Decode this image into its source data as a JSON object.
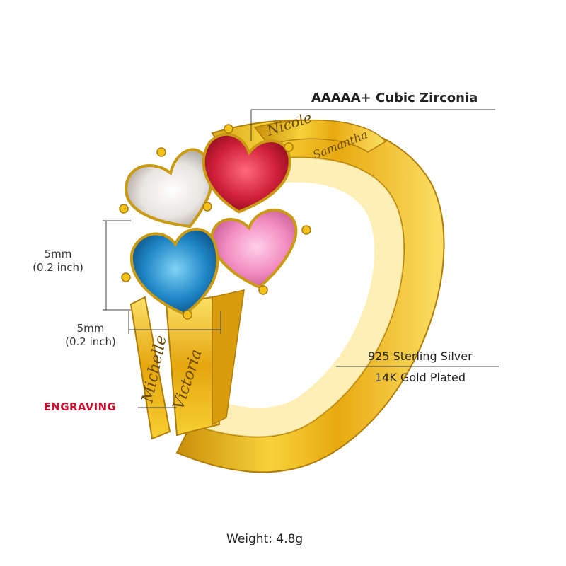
{
  "image": {
    "subject": "gold-plated-birthstone-ring",
    "background_color": "#ffffff",
    "gold_color": "#f2c21a",
    "gold_shadow": "#c9900c",
    "stone_colors": {
      "clear": "#e8e4e0",
      "ruby": "#d0203a",
      "pink": "#f28cc0",
      "blue": "#1f86c6"
    }
  },
  "engraved_names": [
    "Nicole",
    "Samantha",
    "Michelle",
    "Victoria"
  ],
  "callouts": {
    "stone_label": "AAAAA+ Cubic Zirconia",
    "height_value": "5mm",
    "height_inch": "(0.2 inch)",
    "width_value": "5mm",
    "width_inch": "(0.2 inch)",
    "metal_line1": "925 Sterling Silver",
    "metal_line2": "14K Gold Plated",
    "engraving_label": "ENGRAVING"
  },
  "footer": {
    "weight": "Weight: 4.8g"
  }
}
